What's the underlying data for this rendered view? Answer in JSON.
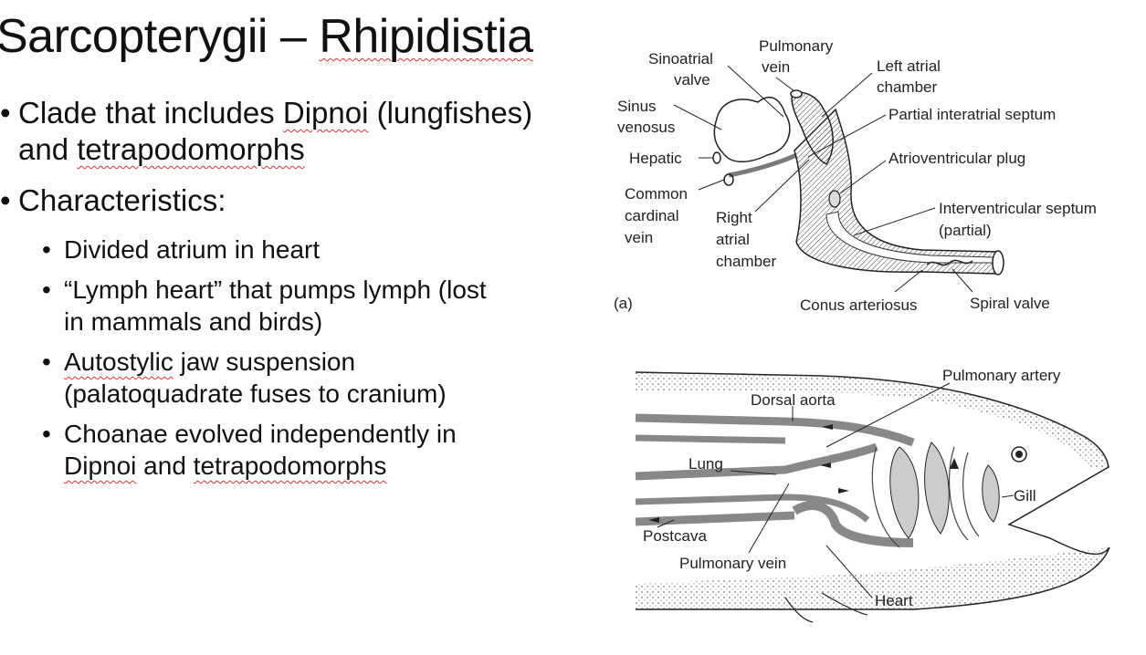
{
  "slide": {
    "title_part1": "Sarcopterygii – ",
    "title_part2": "Rhipidistia",
    "bullets": {
      "b1_prefix": "Clade that includes ",
      "b1_dipnoi": "Dipnoi",
      "b1_mid": " (lungfishes) and ",
      "b1_tetra": "tetrapodomorphs",
      "b2": "Characteristics:",
      "sub1": "Divided atrium in heart",
      "sub2": "“Lymph heart” that pumps lymph (lost in mammals and birds)",
      "sub3_autostylic": "Autostylic",
      "sub3_rest": " jaw suspension (palatoquadrate fuses to cranium)",
      "sub4_prefix": "Choanae evolved independently in ",
      "sub4_dipnoi": "Dipnoi",
      "sub4_and": " and ",
      "sub4_tetra": "tetrapodomorphs"
    }
  },
  "figure_a": {
    "sinoatrial_valve": [
      "Sinoatrial",
      "valve"
    ],
    "pulmonary_vein": [
      "Pulmonary",
      "vein"
    ],
    "left_atrial": [
      "Left atrial",
      "chamber"
    ],
    "sinus_venosus": [
      "Sinus",
      "venosus"
    ],
    "partial_interatrial": "Partial interatrial septum",
    "hepatic": "Hepatic",
    "av_plug": "Atrioventricular plug",
    "common_cardinal": [
      "Common",
      "cardinal",
      "vein"
    ],
    "right_atrial": [
      "Right",
      "atrial",
      "chamber"
    ],
    "interventricular": [
      "Interventricular septum",
      "(partial)"
    ],
    "panel_label": "(a)",
    "conus": "Conus arteriosus",
    "spiral": "Spiral valve"
  },
  "figure_b": {
    "pulmonary_artery": "Pulmonary artery",
    "dorsal_aorta": "Dorsal aorta",
    "lung": "Lung",
    "gill": "Gill",
    "postcava": "Postcava",
    "pulmonary_vein": "Pulmonary vein",
    "heart": "Heart"
  }
}
